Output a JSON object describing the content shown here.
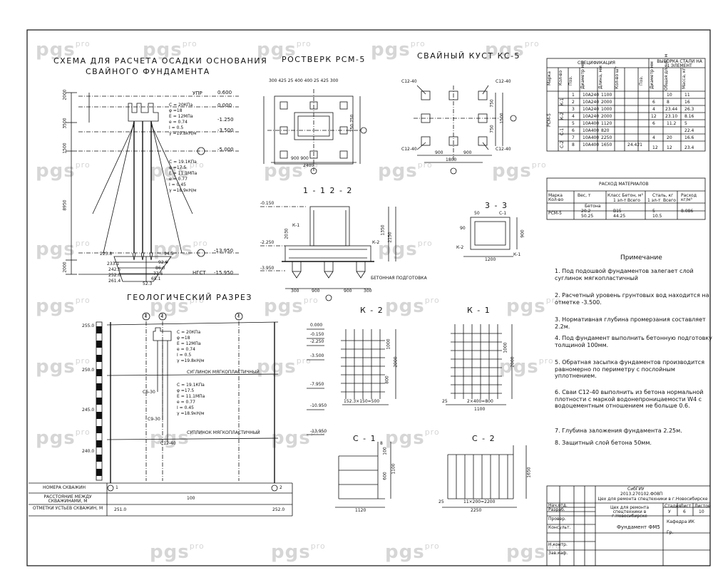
{
  "titles": {
    "settlement": [
      "СХЕМА ДЛЯ РАСЧЕТА ОСАДКИ ОСНОВАНИЯ",
      "СВАЙНОГО ФУНДАМЕНТА"
    ],
    "grillage": "РОСТВЕРК РСМ-5",
    "pile_cluster": "СВАЙНЫЙ КУСТ КС-5",
    "section_12": "1 - 1 2 - 2",
    "section_33": "3 - 3",
    "geology": "ГЕОЛОГИЧЕСКИЙ РАЗРЕЗ",
    "k2": "К - 2",
    "k1": "К - 1",
    "c1": "С - 1",
    "c2": "С - 2"
  },
  "levels": {
    "upr": "УПР",
    "l1": "0.600",
    "l2": "0.000",
    "l3": "-1.250",
    "l4": "-3.500",
    "l5": "-5.000",
    "l6": "-13.950",
    "l7": "-15.950",
    "ngst": "НГСТ"
  },
  "soil1": [
    "C = 20КПа",
    "φ =18",
    "E = 12МПа",
    "e = 0.74",
    "I = 0.5",
    "γ =19.8кН/м"
  ],
  "soil2": [
    "C = 19.1КПа",
    "φ =17.5",
    "E = 11.1МПа",
    "e = 0.77",
    "I = 0.45",
    "γ =18.9кН/м"
  ],
  "settlement_dims": [
    "2000",
    "3500",
    "1500",
    "8950",
    "2000"
  ],
  "settlement_values": [
    "223.8",
    "233.1",
    "242.5",
    "252.0",
    "261.4",
    "94.5",
    "92.6",
    "86.0",
    "77.6",
    "65.1",
    "52.3"
  ],
  "soil_names": {
    "s1": "СУГЛИНОК МЯГКОПЛАСТИЧНЫЙ",
    "s2": "СУПЛИНОК МЯГКОПЛАСТИЧНЫЙ"
  },
  "geology": {
    "elevations": [
      "255.0",
      "250.0",
      "245.0",
      "240.0"
    ],
    "piles": [
      "С6-30",
      "С9-30",
      "С12-40"
    ],
    "row_labels": [
      "НОМЕРА СКВАЖИН",
      "РАССТОЯНИЕ МЕЖДУ СКВАЖИНАМИ, М",
      "ОТМЕТКИ УСТЬЕВ СКВАЖИН, М"
    ],
    "boreholes": [
      "1",
      "2"
    ],
    "distance": "100",
    "marks": [
      "251.0",
      "252.0"
    ],
    "axes": [
      "1",
      "2",
      "7"
    ]
  },
  "section_levels": [
    "0.000",
    "-0.150",
    "-2.250",
    "-3.500",
    "-7.950",
    "-10.950",
    "-13.950"
  ],
  "grillage_dims": {
    "top": "300 425 25 400 400 25 425 300",
    "bottom": "900 900",
    "total": "2400",
    "side": "750 750"
  },
  "pile_cluster": {
    "labels": [
      "С12-40",
      "С12-40",
      "С12-40",
      "С12-40"
    ],
    "dims": [
      "900",
      "900",
      "1800",
      "750",
      "750",
      "1500"
    ]
  },
  "section_12": {
    "dims": [
      "300",
      "900",
      "900",
      "300"
    ],
    "betonnaya": "БЕТОННАЯ ПОДГОТОВКА",
    "levels": [
      "-0.150",
      "-2.250",
      "-3.950"
    ],
    "heights": [
      "2030",
      "1350",
      "2150"
    ],
    "k": [
      "К-1",
      "К-2"
    ]
  },
  "section_33": {
    "dims": [
      "50",
      "900",
      "1200"
    ],
    "labels": [
      "С-1",
      "К-2",
      "К-1"
    ],
    "n": "90"
  },
  "k2_dims": [
    "152.3×150=500",
    "1000",
    "2000",
    "800"
  ],
  "k1_dims": [
    "2×400=800",
    "1100",
    "25",
    "1000",
    "2000"
  ],
  "c1_dims": [
    "1120",
    "100",
    "600",
    "1100",
    "8"
  ],
  "c2_dims": [
    "11×200=2200",
    "2250",
    "25",
    "1650"
  ],
  "spec": {
    "title": "СПЕЦИФИКАЦИЯ",
    "title2": "ВЫБОРКА СТАЛИ НА 1 ЭЛЕМЕНТ",
    "headers": [
      "Марка",
      "Кол-во",
      "Поз.",
      "Диаметр мм",
      "Длина, мм",
      "Кол-во шт",
      "Поз.",
      "Диаметр мм",
      "Общая длина, м",
      "Масса, кг"
    ],
    "groups": [
      "РСМ-5",
      "К-1",
      "К-2",
      "С-1",
      "С-2"
    ],
    "rows": [
      [
        "1",
        "10А240",
        "1100",
        "",
        "",
        "10",
        "11"
      ],
      [
        "2",
        "10А240",
        "2000",
        "6",
        "8",
        "16"
      ],
      [
        "3",
        "10А240",
        "1000",
        "4",
        "23.44",
        "26.3"
      ],
      [
        "4",
        "10А240",
        "2000",
        "12",
        "23.10",
        "8.16"
      ],
      [
        "5",
        "10А400",
        "1120",
        "6",
        "11.2",
        "5"
      ],
      [
        "6",
        "10А400",
        "820",
        "",
        "",
        "22.4"
      ],
      [
        "7",
        "10А400",
        "2250",
        "4",
        "20",
        "16.6"
      ],
      [
        "8",
        "10А400",
        "1650",
        "24.421",
        "",
        ""
      ],
      [
        "",
        "",
        "",
        "12",
        "12",
        "23.4"
      ]
    ]
  },
  "materials": {
    "title": "РАСХОД МАТЕРИАЛОВ",
    "headers": [
      "Марка Кол-во",
      "Вес, т",
      "Класс Бетон, м³",
      "Сталь, кг",
      "Расход кг/м³"
    ],
    "sub": [
      "1 эл-т",
      "Всего",
      "1 эл-т",
      "Всего"
    ],
    "rows": [
      [
        "РСМ-5",
        "20.2",
        "В15",
        "5",
        "8.086"
      ],
      [
        "",
        "50.25",
        "44.25",
        "10.5",
        ""
      ]
    ],
    "beton": "Бетона"
  },
  "notes": {
    "header": "Примечание",
    "items": [
      "1. Под подошвой фундаментов залегает слой суглинок мягкопластичный",
      "2. Расчетный уровень грунтовых вод находится на отметке -3.500.",
      "3. Нормативная глубина промерзания составляет 2.2м.",
      "4. Под фундамент выполнить бетонную подготовку толщиной 100мм.",
      "5. Обратная засыпка фундаментов производится равномерно по периметру с послойным уплотнением.",
      "6. Сваи С12-40 выполнить из бетона нормальной плотности с маркой водонепроницаемости W4 с водоцементным отношением не больше 0.6.",
      "7. Глубина заложения фундамента 2.25м.",
      "8. Защитный слой бетона 50мм."
    ]
  },
  "stamp": {
    "org": "СибГИУ",
    "code": "2013.270102.Ф08П",
    "title": "Цех для ремонта спецтехники в г.Новосибирске",
    "subtitle": "Цех для ремонта спецтехники в г.Новосибирске",
    "sheet_name": "Фундамент ФМ5",
    "stage": "У",
    "sheet": "6",
    "sheets": "10",
    "kafedra": "Кафедра ИК",
    "group": "Гр.",
    "heads": [
      "Стадия",
      "Лист",
      "Листов"
    ],
    "roles": [
      "Нач.отд.",
      "Разраб.",
      "Провер.",
      "Консульт.",
      "Н.контр.",
      "Зав.каф."
    ]
  },
  "watermark": {
    "text": "pgs",
    "sub": "pro"
  }
}
